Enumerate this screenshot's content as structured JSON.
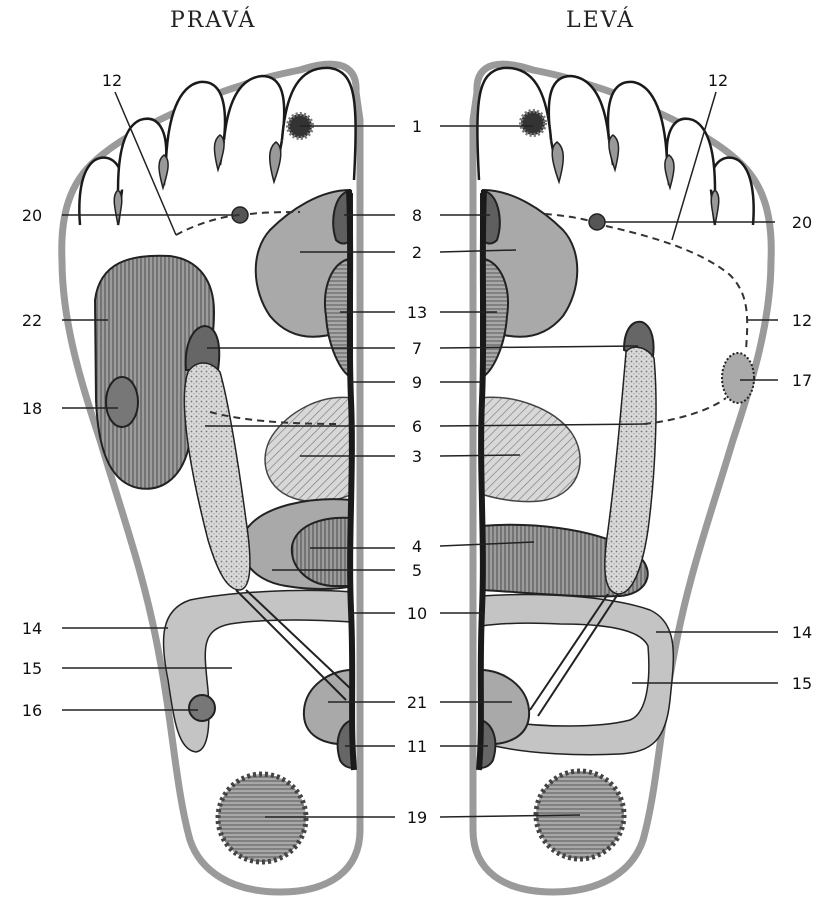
{
  "titles": {
    "left": "PRAVÁ",
    "right": "LEVÁ"
  },
  "labels": {
    "center": [
      "1",
      "8",
      "2",
      "13",
      "7",
      "9",
      "6",
      "3",
      "4",
      "5",
      "10",
      "21",
      "11",
      "19"
    ],
    "left": [
      "12",
      "20",
      "22",
      "18",
      "14",
      "15",
      "16"
    ],
    "right": [
      "12",
      "20",
      "12",
      "17",
      "14",
      "15"
    ]
  },
  "colors": {
    "outline": "#9a9a9a",
    "zone_light": "#c4c4c4",
    "zone_mid": "#a9a9a9",
    "zone_dark": "#6f6f6f",
    "spine": "#222222"
  }
}
